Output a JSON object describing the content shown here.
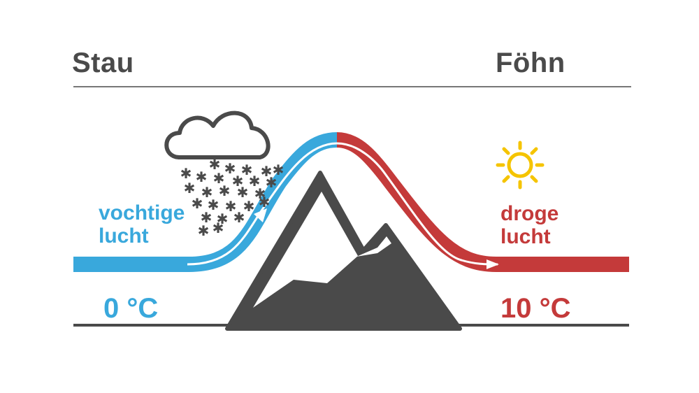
{
  "headings": {
    "left": "Stau",
    "right": "Föhn"
  },
  "air": {
    "humid": {
      "line1": "vochtige",
      "line2": "lucht"
    },
    "dry": {
      "line1": "droge",
      "line2": "lucht"
    }
  },
  "temperatures": {
    "left": "0 °C",
    "right": "10 °C"
  },
  "colors": {
    "humid": "#39a8dc",
    "dry": "#c43a3a",
    "mountain": "#4a4a4a",
    "sun": "#f5c400",
    "line": "#4a4a4a"
  },
  "icons": [
    "cloud-icon",
    "snowflake-icon",
    "sun-icon",
    "mountain-icon",
    "arrow-icon"
  ]
}
